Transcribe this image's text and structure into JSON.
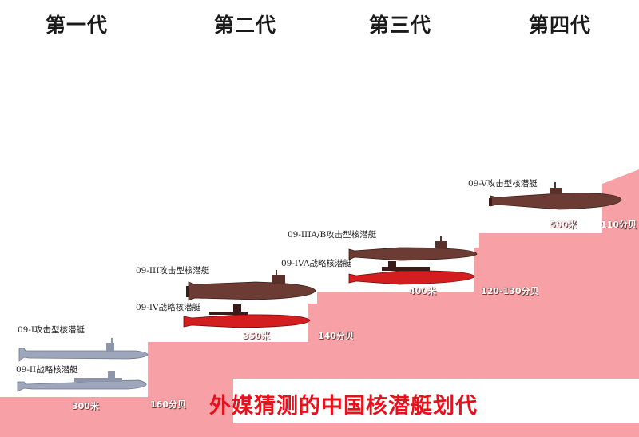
{
  "generations": [
    "第一代",
    "第二代",
    "第三代",
    "第四代"
  ],
  "subs": {
    "g1a": "09-I攻击型核潜艇",
    "g1b": "09-II战略核潜艇",
    "g2a": "09-III攻击型核潜艇",
    "g2b": "09-IV战略核潜艇",
    "g3a": "09-IIIA/B攻击型核潜艇",
    "g3b": "09-IVA战略核潜艇",
    "g4a": "09-V攻击型核潜艇"
  },
  "stats": {
    "g1_depth": "300米",
    "g1_noise": "160分贝",
    "g2_depth": "350米",
    "g2_noise": "140分贝",
    "g3_depth": "400米",
    "g3_noise": "120-130分贝",
    "g4_depth": "500米",
    "g4_noise": "110分贝"
  },
  "title": "外媒猜测的中国核潜艇划代",
  "colors": {
    "ramp": "#f7a1a6",
    "title": "#e8101a",
    "hull_dark": "#6b3b34",
    "hull_red": "#d31d1f",
    "hull_blue": "#9ea6bc"
  }
}
